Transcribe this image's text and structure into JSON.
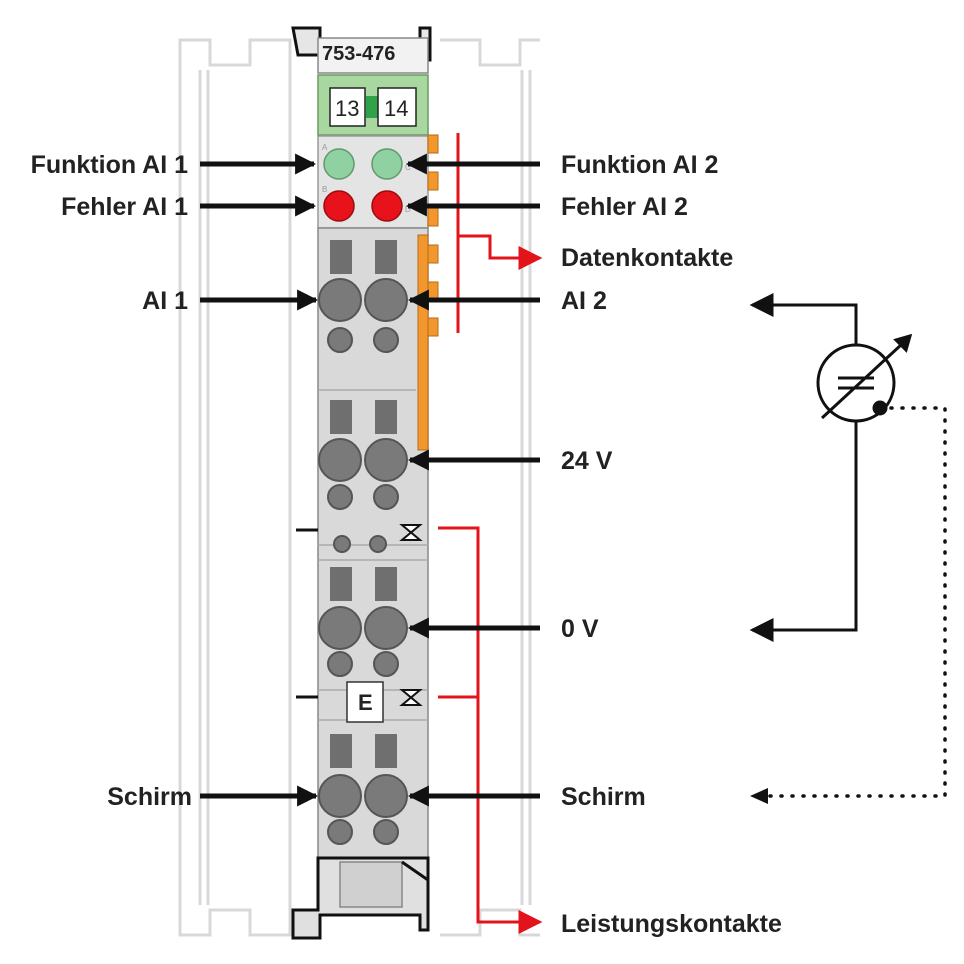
{
  "module": {
    "part_number": "753-476",
    "terminal_left": "13",
    "terminal_right": "14",
    "marker": "E",
    "led_letters": [
      "A",
      "C",
      "B",
      "D"
    ]
  },
  "labels": {
    "funktion_ai1": "Funktion AI 1",
    "fehler_ai1": "Fehler AI 1",
    "ai1": "AI 1",
    "schirm_left": "Schirm",
    "funktion_ai2": "Funktion AI 2",
    "fehler_ai2": "Fehler AI 2",
    "datenkontakte": "Datenkontakte",
    "ai2": "AI 2",
    "v24": "24 V",
    "v0": "0 V",
    "schirm_right": "Schirm",
    "leistungskontakte": "Leistungskontakte"
  },
  "colors": {
    "led_function": "#8fd1a1",
    "led_error": "#e8131a",
    "power_contact": "#f2962e",
    "terminal_green": "#a8d8a0",
    "arrow_red": "#e3131b",
    "housing": "#d9d9d9",
    "arrow": "#111111"
  },
  "icons": [
    "sensor-symbol-icon"
  ]
}
